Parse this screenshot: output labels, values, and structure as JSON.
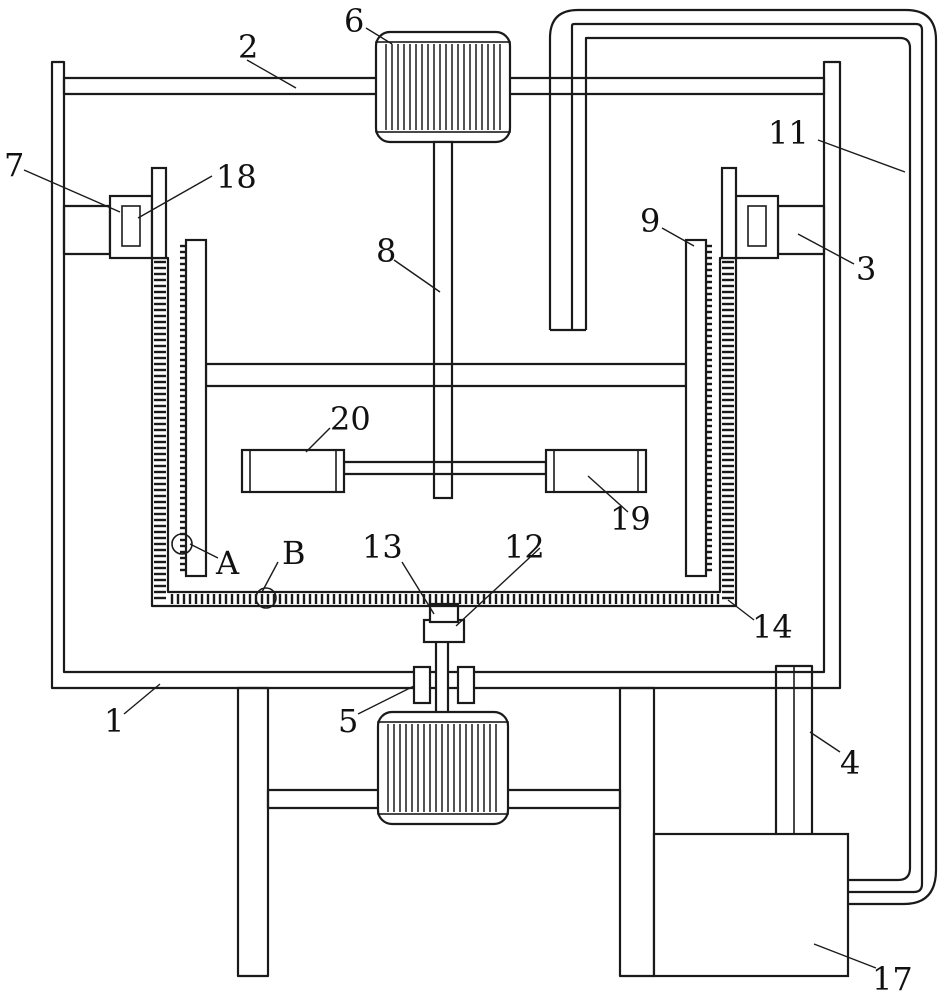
{
  "labels": {
    "l1": "1",
    "l2": "2",
    "l3": "3",
    "l4": "4",
    "l5": "5",
    "l6": "6",
    "l7": "7",
    "l8": "8",
    "l9": "9",
    "l11": "11",
    "l12": "12",
    "l13": "13",
    "l14": "14",
    "l17": "17",
    "l18": "18",
    "l19": "19",
    "l20": "20",
    "lA": "A",
    "lB": "B"
  }
}
